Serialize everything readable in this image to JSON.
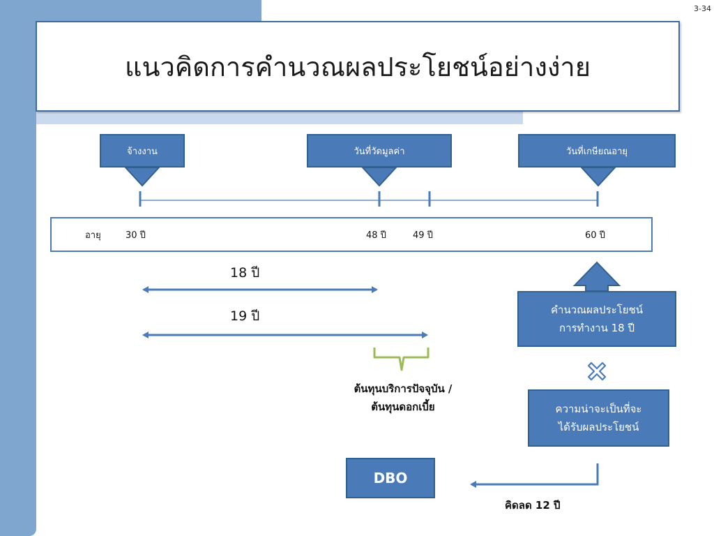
{
  "page_number": "3-34",
  "title": "แนวคิดการคำนวณผลประโยชน์อย่างง่าย",
  "callouts": {
    "hire": "จ้างงาน",
    "valuation": "วันที่วัดมูลค่า",
    "retirement": "วันที่เกษียณอายุ"
  },
  "timeline": {
    "age_label": "อายุ",
    "ages": [
      "30 ปี",
      "48 ปี",
      "49 ปี",
      "60 ปี"
    ]
  },
  "spans": {
    "past_service": "18 ปี",
    "next_year": "19 ปี"
  },
  "boxes": {
    "calc_line1": "คำนวณผลประโยชน์",
    "calc_line2": "การทำงาน 18 ปี",
    "prob_line1": "ความน่าจะเป็นที่จะ",
    "prob_line2": "ได้รับผลประโยชน์",
    "dbo": "DBO"
  },
  "cost_label": {
    "line1": "ต้นทุนบริการปัจจุบัน /",
    "line2": "ต้นทุนดอกเบี้ย"
  },
  "discount_label": "คิดลด 12 ปี",
  "colors": {
    "accent": "#4a7ab8",
    "sidebar": "#7fa6cf",
    "brace": "#9bbb59"
  }
}
